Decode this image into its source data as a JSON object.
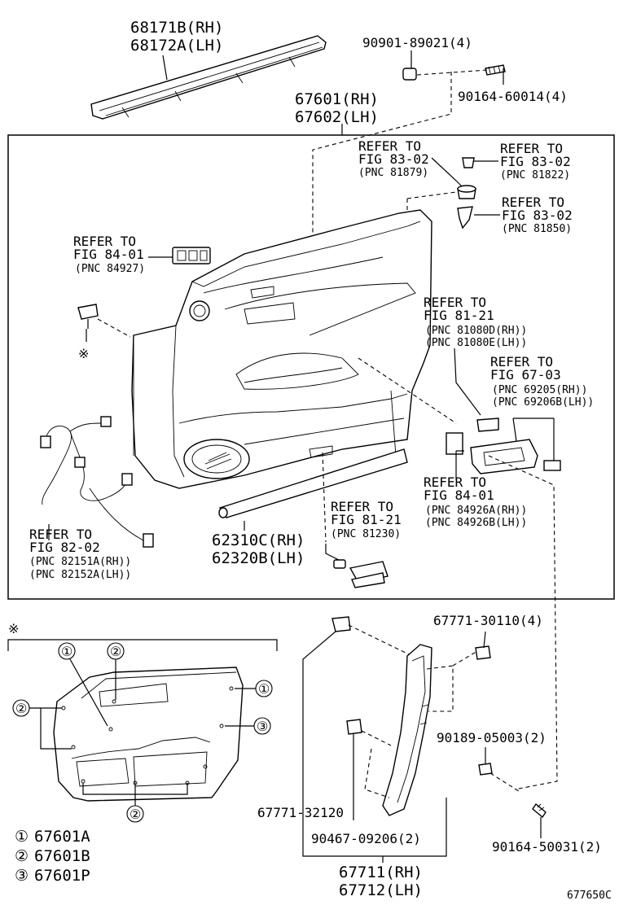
{
  "labels": {
    "moulding": [
      "68171B(RH)",
      "68172A(LH)"
    ],
    "clip_top": "90901-89021(4)",
    "screw_top": "90164-60014(4)",
    "door_trim": [
      "67601(RH)",
      "67602(LH)"
    ],
    "refer_8302_a": [
      "REFER TO",
      "FIG 83-02",
      "(PNC 81879)"
    ],
    "refer_8302_b": [
      "REFER TO",
      "FIG 83-02",
      "(PNC 81822)"
    ],
    "refer_8302_c": [
      "REFER TO",
      "FIG 83-02",
      "(PNC 81850)"
    ],
    "refer_8401_a": [
      "REFER TO",
      "FIG 84-01",
      "(PNC 84927)"
    ],
    "refer_8121_a": [
      "REFER TO",
      "FIG 81-21",
      "(PNC 81080D(RH))",
      "(PNC 81080E(LH))"
    ],
    "refer_6703": [
      "REFER TO",
      "FIG 67-03",
      "(PNC 69205(RH))",
      "(PNC 69206B(LH))"
    ],
    "refer_8401_b": [
      "REFER TO",
      "FIG 84-01",
      "(PNC 84926A(RH))",
      "(PNC 84926B(LH))"
    ],
    "refer_8121_b": [
      "REFER TO",
      "FIG 81-21",
      "(PNC 81230)"
    ],
    "refer_8202": [
      "REFER TO",
      "FIG 82-02",
      "(PNC 82151A(RH))",
      "(PNC 82152A(LH))"
    ],
    "weatherstrip": [
      "62310C(RH)",
      "62320B(LH)"
    ],
    "asterisk": "※",
    "clip_67771_30110": "67771-30110(4)",
    "clip_90189": "90189-05003(2)",
    "clip_67771_32120": "67771-32120",
    "clip_90467": "90467-09206(2)",
    "screw_90164_50031": "90164-50031(2)",
    "lower_panel": [
      "67711(RH)",
      "67712(LH)"
    ],
    "legend": [
      {
        "num": "①",
        "part": "67601A"
      },
      {
        "num": "②",
        "part": "67601B"
      },
      {
        "num": "③",
        "part": "67601P"
      }
    ],
    "inset_callouts": [
      "①",
      "②",
      "①",
      "②",
      "③",
      "②"
    ],
    "figure_id": "677650C"
  }
}
